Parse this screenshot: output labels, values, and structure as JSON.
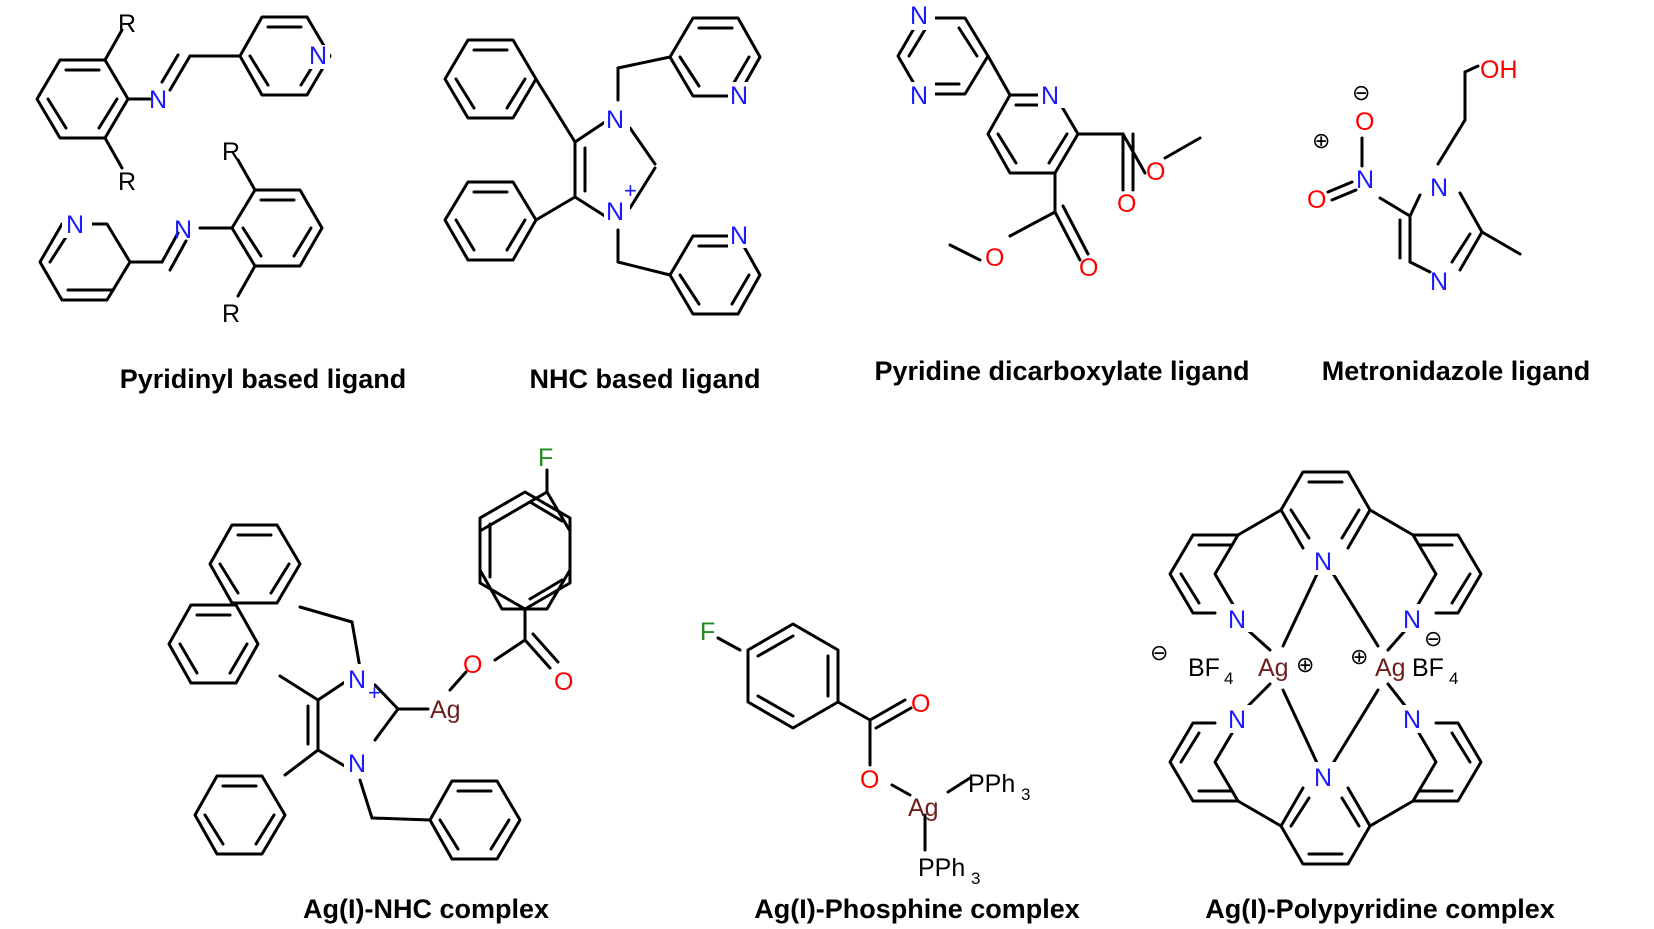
{
  "colors": {
    "bond": "#000000",
    "nitrogen": "#1a1aff",
    "oxygen": "#ff0000",
    "fluorine": "#1e8c1e",
    "silver": "#6b1f1f",
    "label": "#000000"
  },
  "ligands": [
    {
      "label": "Pyridinyl based ligand",
      "atoms": {
        "r1": "R",
        "r2": "R",
        "r3": "R",
        "r4": "R",
        "n_imine1": "N",
        "n_py1": "N",
        "n_imine2": "N",
        "n_py2": "N"
      }
    },
    {
      "label": "NHC based ligand",
      "atoms": {
        "n1": "N",
        "n3": "N",
        "plus": "+",
        "n_py_a": "N",
        "n_py_b": "N"
      }
    },
    {
      "label": "Pyridine dicarboxylate ligand",
      "atoms": {
        "n_pz1": "N",
        "n_pz2": "N",
        "n_py": "N",
        "o1": "O",
        "o2": "O",
        "o3": "O",
        "o4": "O"
      }
    },
    {
      "label": "Metronidazole ligand",
      "atoms": {
        "oh": "OH",
        "o_minus": "O",
        "o_double": "O",
        "n_plus": "N",
        "n1": "N",
        "n3": "N",
        "minus": "⊖",
        "plus": "⊕"
      }
    }
  ],
  "complexes": [
    {
      "label": "Ag(I)-NHC complex",
      "atoms": {
        "f": "F",
        "o1": "O",
        "o2": "O",
        "ag": "Ag",
        "n1": "N",
        "n3": "N",
        "plus": "+"
      }
    },
    {
      "label": "Ag(I)-Phosphine complex",
      "atoms": {
        "f": "F",
        "o1": "O",
        "o2": "O",
        "ag": "Ag",
        "pph3_1": "PPh",
        "pph3_2": "PPh",
        "sub3": "3"
      }
    },
    {
      "label": "Ag(I)-Polypyridine complex",
      "atoms": {
        "n": "N",
        "ag": "Ag",
        "bf": "BF",
        "sub4": "4",
        "minus": "⊖",
        "plus": "⊕"
      }
    }
  ]
}
